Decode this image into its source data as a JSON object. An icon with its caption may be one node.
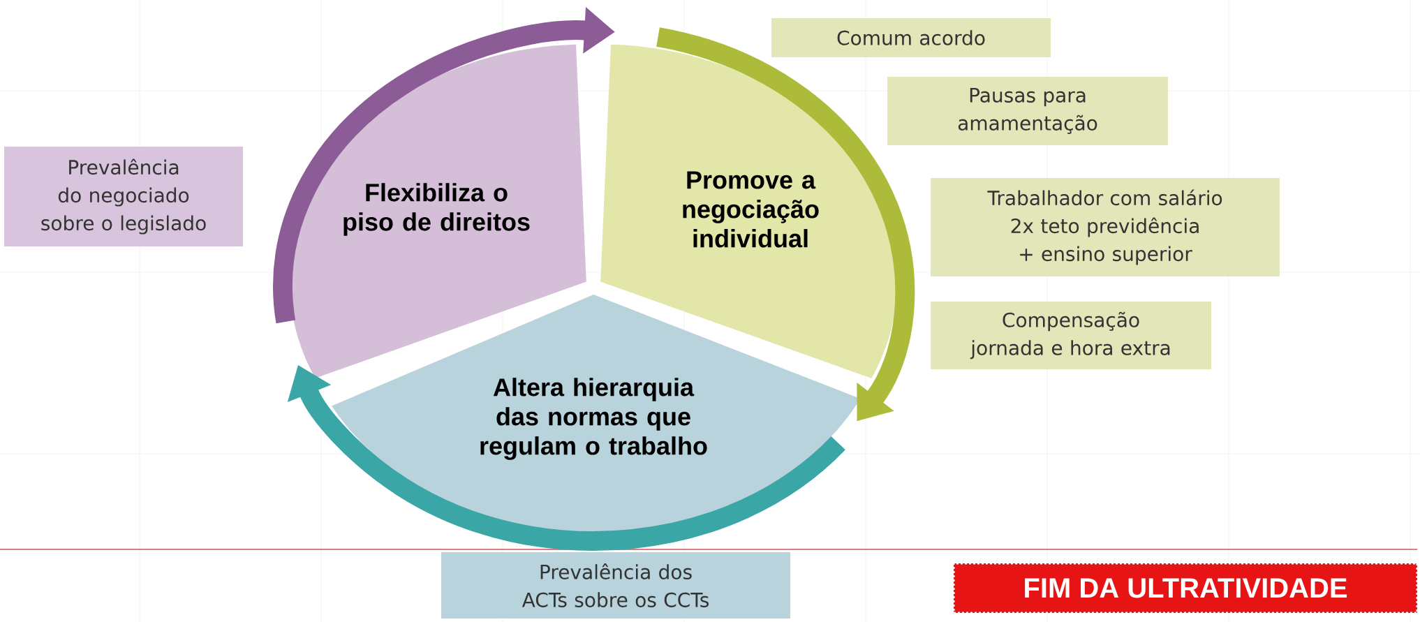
{
  "diagram": {
    "nodes": [
      {
        "text": [
          "Flexibiliza o piso de direitos"
        ]
      },
      {
        "text": [
          "Promove a negociação individual"
        ]
      },
      {
        "text": [
          "Altera hierarquia das normas que regulam o trabalho"
        ]
      },
      {
        "text": [
          "Prevalência do negociado sobre o legislado"
        ]
      },
      {
        "text": [
          "Comum acordo"
        ]
      },
      {
        "text": [
          "Pausas para amamentação"
        ]
      },
      {
        "text": [
          "Trabalhador com salário 2x teto previdência + ensino superior"
        ]
      },
      {
        "text": [
          "Compensação jornada e hora extra"
        ]
      },
      {
        "text": [
          "Prevalência dos ACTs sobre os CCTs"
        ]
      },
      {
        "text": [
          "FIM DA ULTRATIVIDADE"
        ]
      }
    ],
    "edges": [
      {
        "from": 0,
        "to": 1,
        "arrow": "to",
        "color": "#8c5c96"
      },
      {
        "from": 1,
        "to": 2,
        "arrow": "to",
        "color": "#adbb3a"
      },
      {
        "from": 2,
        "to": 0,
        "arrow": "to",
        "color": "#3aa7a6"
      }
    ]
  }
}
